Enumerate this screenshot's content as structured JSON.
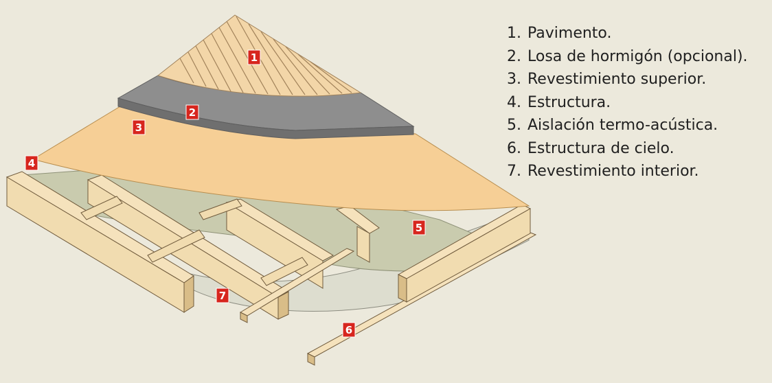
{
  "legend": {
    "items": [
      {
        "number": "1.",
        "label": "Pavimento."
      },
      {
        "number": "2.",
        "label": "Losa de hormigón (opcional)."
      },
      {
        "number": "3.",
        "label": "Revestimiento superior."
      },
      {
        "number": "4.",
        "label": "Estructura."
      },
      {
        "number": "5.",
        "label": "Aislación termo-acústica."
      },
      {
        "number": "6.",
        "label": "Estructura de cielo."
      },
      {
        "number": "7.",
        "label": "Revestimiento interior."
      }
    ]
  },
  "badges": {
    "b1": "1",
    "b2": "2",
    "b3": "3",
    "b4": "4",
    "b5": "5",
    "b6": "6",
    "b7": "7"
  },
  "colors": {
    "background": "#ece9dc",
    "badge": "#d7261e",
    "timber": "#f1dcb0",
    "timber_shadow": "#d9bd88",
    "timber_edge": "#6f5a3c",
    "osb": "#f6cf96",
    "concrete": "#8e8e8e",
    "insulation": "#c9cbae",
    "ceiling_board": "#ddddcf",
    "floorboard": "#f3d6a8"
  }
}
